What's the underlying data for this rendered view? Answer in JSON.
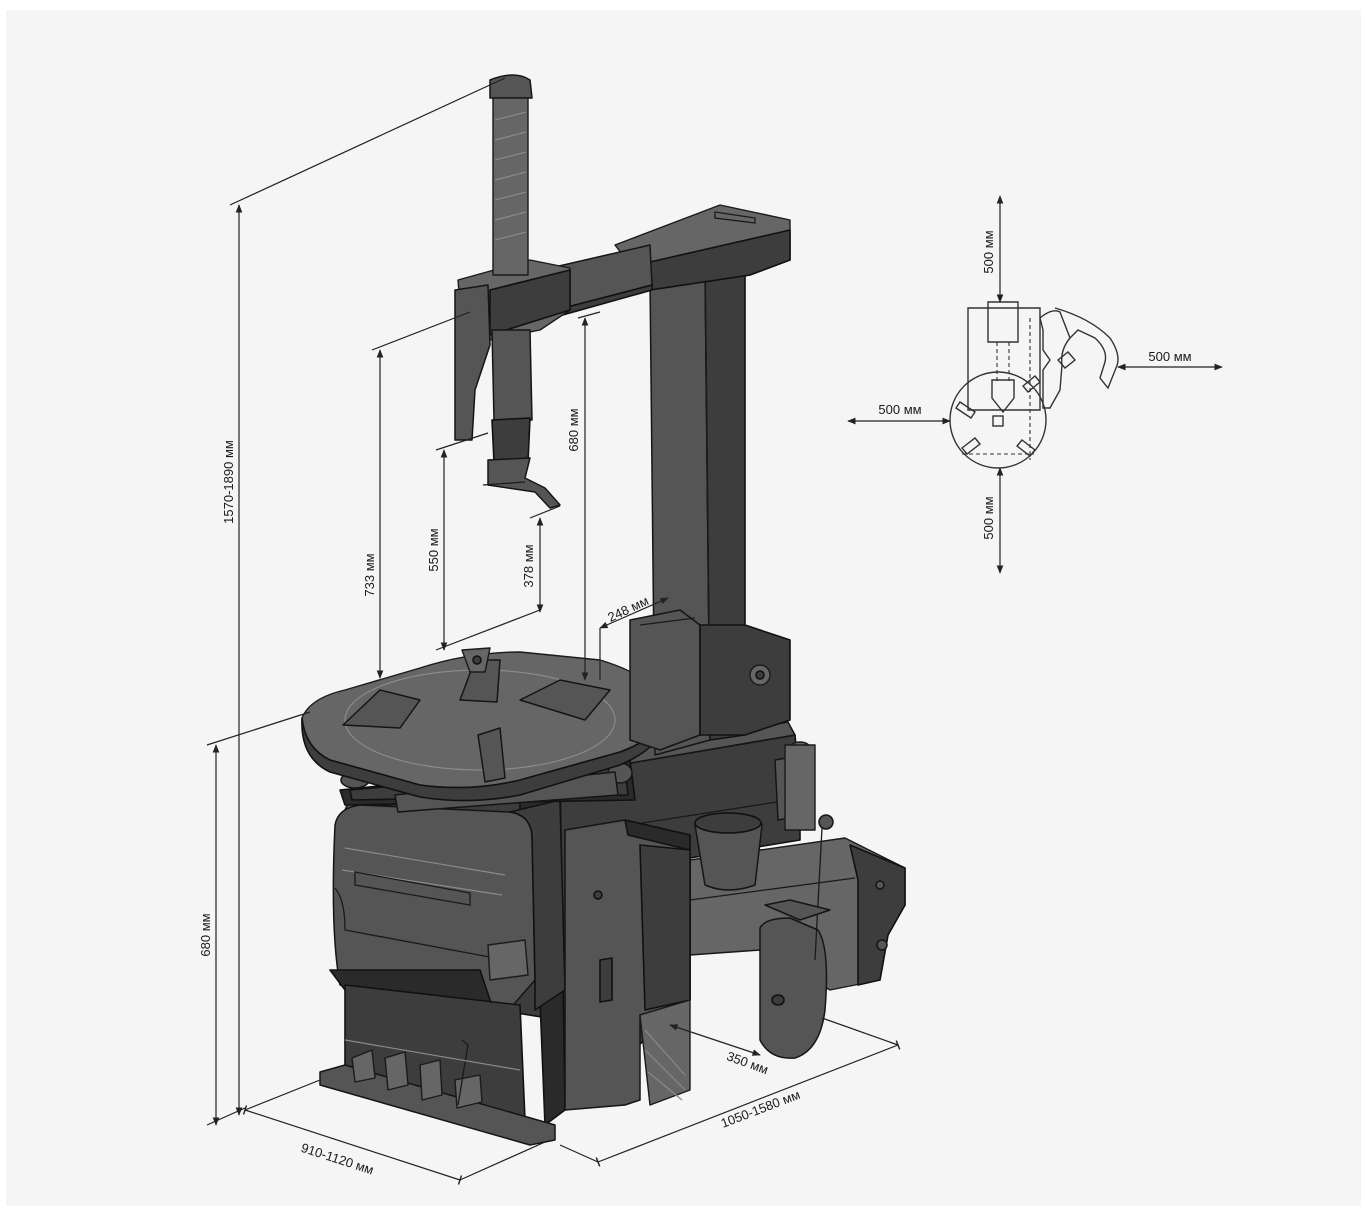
{
  "dimensions": {
    "total_height": "1570-1890 мм",
    "base_height": "680 мм",
    "base_depth": "910-1120 мм",
    "base_width": "1050-1580 мм",
    "pedal_offset": "350 мм",
    "column_offset": "248 мм",
    "clamp_range": "733 мм",
    "tool_reach": "550 мм",
    "tool_min": "378 мм",
    "arm_height": "680 мм"
  },
  "clearance": {
    "top": "500 мм",
    "right": "500 мм",
    "left": "500 мм",
    "bottom": "500 мм"
  },
  "colors": {
    "background": "#f5f5f5",
    "machine": "#3d3d3d",
    "dimension_line": "#222222"
  }
}
